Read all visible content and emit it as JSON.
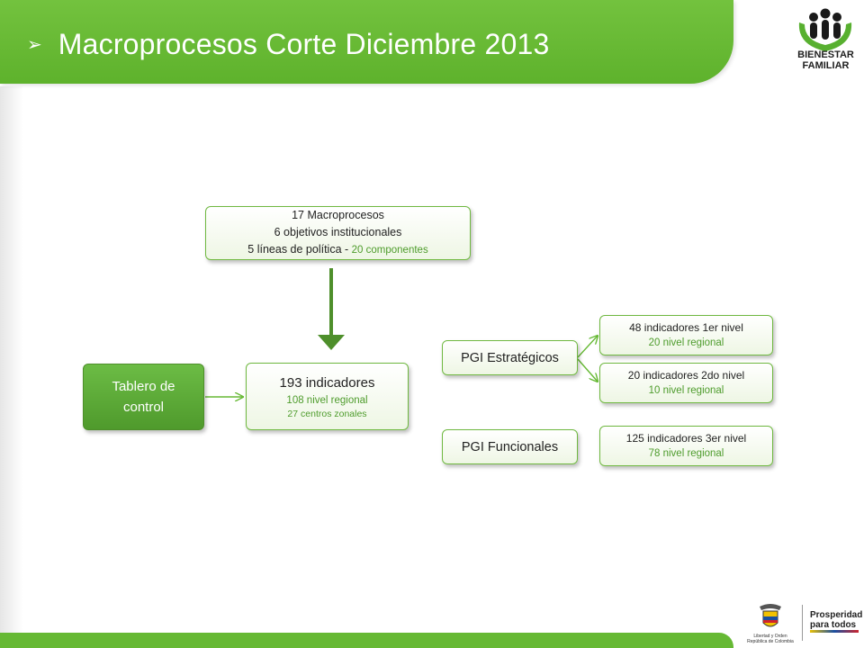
{
  "header": {
    "bullet": "➢",
    "title": "Macroprocesos Corte Diciembre 2013"
  },
  "logos": {
    "icbf_line1": "BIENESTAR",
    "icbf_line2": "FAMILIAR",
    "seal_caption_1": "Libertad y Orden",
    "seal_caption_2": "República de Colombia",
    "prosperidad_1": "Prosperidad",
    "prosperidad_2": "para todos"
  },
  "diagram": {
    "top_box": {
      "line1": "17 Macroprocesos",
      "line2": "6 objetivos institucionales",
      "line3": "5 líneas de política - ",
      "line3_green": "20 componentes"
    },
    "tablero": {
      "line1": "Tablero de",
      "line2": "control"
    },
    "indicadores": {
      "main": "193 indicadores",
      "sub1": "108  nivel regional",
      "sub2": "27  centros zonales"
    },
    "pgi_estrategicos": "PGI Estratégicos",
    "pgi_funcionales": "PGI Funcionales",
    "nivel1": {
      "main": "48 indicadores 1er nivel",
      "sub": "20  nivel regional"
    },
    "nivel2": {
      "main": "20 indicadores 2do nivel",
      "sub": "10 nivel regional"
    },
    "nivel3": {
      "main": "125 indicadores 3er nivel",
      "sub": "78 nivel regional"
    }
  },
  "colors": {
    "brand_green": "#66b934",
    "dark_green": "#4e8f2b",
    "accent_text_green": "#4e9c2c"
  }
}
